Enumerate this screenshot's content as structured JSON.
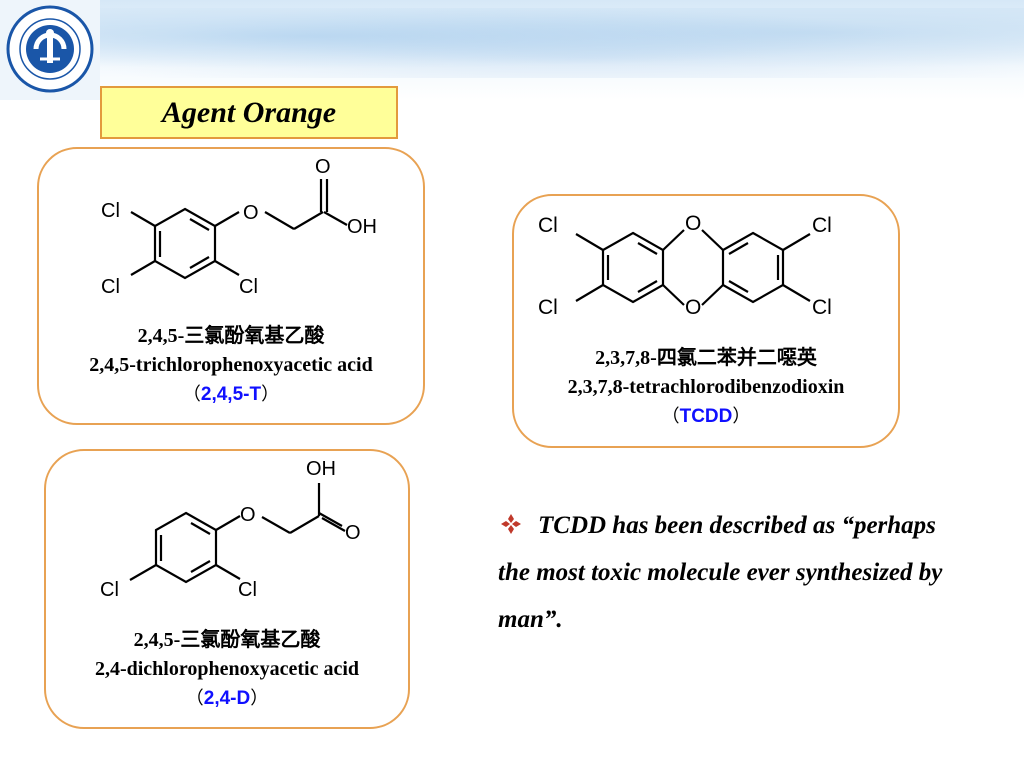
{
  "slide": {
    "title": "Agent Orange",
    "cards": [
      {
        "id": "245t",
        "cn": "2,4,5-三氯酚氧基乙酸",
        "en": "2,4,5-trichlorophenoxyacetic acid",
        "abbr": "2,4,5-T",
        "atoms": {
          "cl1": "Cl",
          "cl2": "Cl",
          "cl3": "Cl",
          "o_ether": "O",
          "o_carbonyl": "O",
          "oh": "OH"
        }
      },
      {
        "id": "tcdd",
        "cn": "2,3,7,8-四氯二苯并二噁英",
        "en": "2,3,7,8-tetrachlorodibenzodioxin",
        "abbr": "TCDD",
        "atoms": {
          "cl_tl": "Cl",
          "cl_bl": "Cl",
          "cl_tr": "Cl",
          "cl_br": "Cl",
          "o_top": "O",
          "o_bot": "O"
        }
      },
      {
        "id": "24d",
        "cn": "2,4,5-三氯酚氧基乙酸",
        "en": "2,4-dichlorophenoxyacetic acid",
        "abbr": "2,4-D",
        "atoms": {
          "oh": "OH",
          "o_ether": "O",
          "o_carbonyl": "O",
          "cl1": "Cl",
          "cl2": "Cl"
        }
      }
    ],
    "paren_open": "（",
    "paren_close": "）",
    "quote": "TCDD has been described as “perhaps the most toxic molecule ever synthesized by man”.",
    "colors": {
      "accent_border": "#e8a253",
      "title_fill": "#ffff99",
      "abbr": "#1010ff",
      "bullet": "#c0392b"
    },
    "icons": {
      "logo": "university-logo-icon",
      "bullet": "diamond-bullet-icon"
    }
  }
}
